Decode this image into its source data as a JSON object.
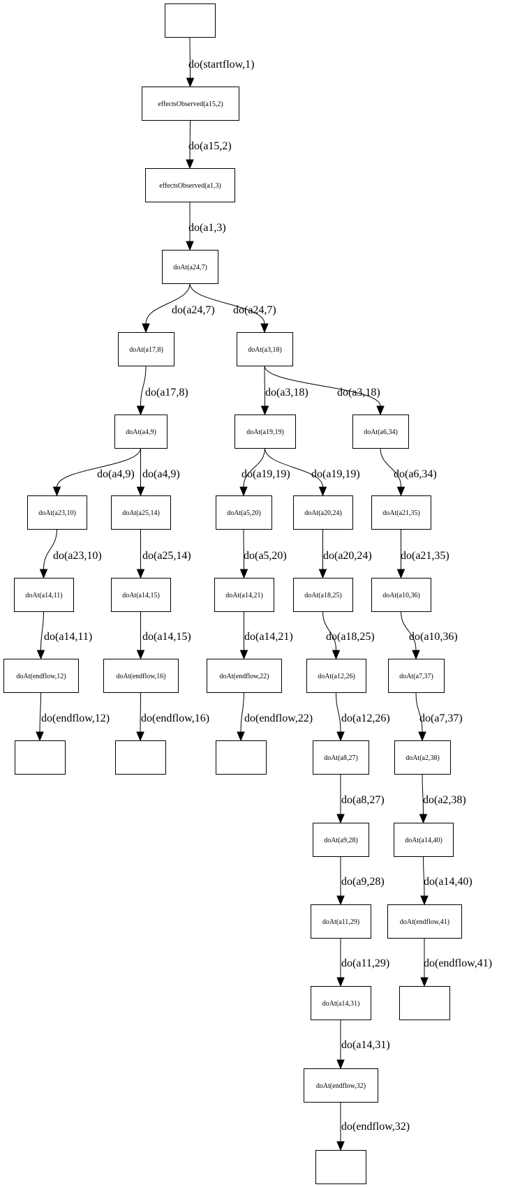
{
  "title": "State transition graph",
  "nodes": [
    {
      "id": "n0",
      "label": ""
    },
    {
      "id": "n1",
      "label": "effectsObserved(a15,2)"
    },
    {
      "id": "n2",
      "label": "effectsObserved(a1,3)"
    },
    {
      "id": "n3",
      "label": "doAt(a24,7)"
    },
    {
      "id": "n4",
      "label": "doAt(a17,8)"
    },
    {
      "id": "n5",
      "label": "doAt(a3,18)"
    },
    {
      "id": "n6",
      "label": "doAt(a4,9)"
    },
    {
      "id": "n7",
      "label": "doAt(a19,19)"
    },
    {
      "id": "n8",
      "label": "doAt(a6,34)"
    },
    {
      "id": "n9",
      "label": "doAt(a23,10)"
    },
    {
      "id": "n10",
      "label": "doAt(a25,14)"
    },
    {
      "id": "n11",
      "label": "doAt(a5,20)"
    },
    {
      "id": "n12",
      "label": "doAt(a20,24)"
    },
    {
      "id": "n13",
      "label": "doAt(a21,35)"
    },
    {
      "id": "n14",
      "label": "doAt(a14,11)"
    },
    {
      "id": "n15",
      "label": "doAt(a14,15)"
    },
    {
      "id": "n16",
      "label": "doAt(a14,21)"
    },
    {
      "id": "n17",
      "label": "doAt(a18,25)"
    },
    {
      "id": "n18",
      "label": "doAt(a10,36)"
    },
    {
      "id": "n19",
      "label": "doAt(endflow,12)"
    },
    {
      "id": "n20",
      "label": "doAt(endflow,16)"
    },
    {
      "id": "n21",
      "label": "doAt(endflow,22)"
    },
    {
      "id": "n22",
      "label": "doAt(a12,26)"
    },
    {
      "id": "n23",
      "label": "doAt(a7,37)"
    },
    {
      "id": "n24",
      "label": ""
    },
    {
      "id": "n25",
      "label": ""
    },
    {
      "id": "n26",
      "label": ""
    },
    {
      "id": "n27",
      "label": "doAt(a8,27)"
    },
    {
      "id": "n28",
      "label": "doAt(a2,38)"
    },
    {
      "id": "n29",
      "label": "doAt(a9,28)"
    },
    {
      "id": "n30",
      "label": "doAt(a14,40)"
    },
    {
      "id": "n31",
      "label": "doAt(a11,29)"
    },
    {
      "id": "n32",
      "label": "doAt(endflow,41)"
    },
    {
      "id": "n33",
      "label": "doAt(a14,31)"
    },
    {
      "id": "n34",
      "label": ""
    },
    {
      "id": "n35",
      "label": "doAt(endflow,32)"
    },
    {
      "id": "n36",
      "label": ""
    }
  ],
  "edges": [
    {
      "from": "n0",
      "to": "n1",
      "label": "do(startflow,1)"
    },
    {
      "from": "n1",
      "to": "n2",
      "label": "do(a15,2)"
    },
    {
      "from": "n2",
      "to": "n3",
      "label": "do(a1,3)"
    },
    {
      "from": "n3",
      "to": "n4",
      "label": "do(a24,7)"
    },
    {
      "from": "n3",
      "to": "n5",
      "label": "do(a24,7)"
    },
    {
      "from": "n4",
      "to": "n6",
      "label": "do(a17,8)"
    },
    {
      "from": "n5",
      "to": "n7",
      "label": "do(a3,18)"
    },
    {
      "from": "n5",
      "to": "n8",
      "label": "do(a3,18)"
    },
    {
      "from": "n6",
      "to": "n9",
      "label": "do(a4,9)"
    },
    {
      "from": "n6",
      "to": "n10",
      "label": "do(a4,9)"
    },
    {
      "from": "n7",
      "to": "n11",
      "label": "do(a19,19)"
    },
    {
      "from": "n7",
      "to": "n12",
      "label": "do(a19,19)"
    },
    {
      "from": "n8",
      "to": "n13",
      "label": "do(a6,34)"
    },
    {
      "from": "n9",
      "to": "n14",
      "label": "do(a23,10)"
    },
    {
      "from": "n10",
      "to": "n15",
      "label": "do(a25,14)"
    },
    {
      "from": "n11",
      "to": "n16",
      "label": "do(a5,20)"
    },
    {
      "from": "n12",
      "to": "n17",
      "label": "do(a20,24)"
    },
    {
      "from": "n13",
      "to": "n18",
      "label": "do(a21,35)"
    },
    {
      "from": "n14",
      "to": "n19",
      "label": "do(a14,11)"
    },
    {
      "from": "n15",
      "to": "n20",
      "label": "do(a14,15)"
    },
    {
      "from": "n16",
      "to": "n21",
      "label": "do(a14,21)"
    },
    {
      "from": "n17",
      "to": "n22",
      "label": "do(a18,25)"
    },
    {
      "from": "n18",
      "to": "n23",
      "label": "do(a10,36)"
    },
    {
      "from": "n19",
      "to": "n24",
      "label": "do(endflow,12)"
    },
    {
      "from": "n20",
      "to": "n25",
      "label": "do(endflow,16)"
    },
    {
      "from": "n21",
      "to": "n26",
      "label": "do(endflow,22)"
    },
    {
      "from": "n22",
      "to": "n27",
      "label": "do(a12,26)"
    },
    {
      "from": "n23",
      "to": "n28",
      "label": "do(a7,37)"
    },
    {
      "from": "n27",
      "to": "n29",
      "label": "do(a8,27)"
    },
    {
      "from": "n28",
      "to": "n30",
      "label": "do(a2,38)"
    },
    {
      "from": "n29",
      "to": "n31",
      "label": "do(a9,28)"
    },
    {
      "from": "n30",
      "to": "n32",
      "label": "do(a14,40)"
    },
    {
      "from": "n31",
      "to": "n33",
      "label": "do(a11,29)"
    },
    {
      "from": "n32",
      "to": "n34",
      "label": "do(endflow,41)"
    },
    {
      "from": "n33",
      "to": "n35",
      "label": "do(a14,31)"
    },
    {
      "from": "n35",
      "to": "n36",
      "label": "do(endflow,32)"
    }
  ]
}
